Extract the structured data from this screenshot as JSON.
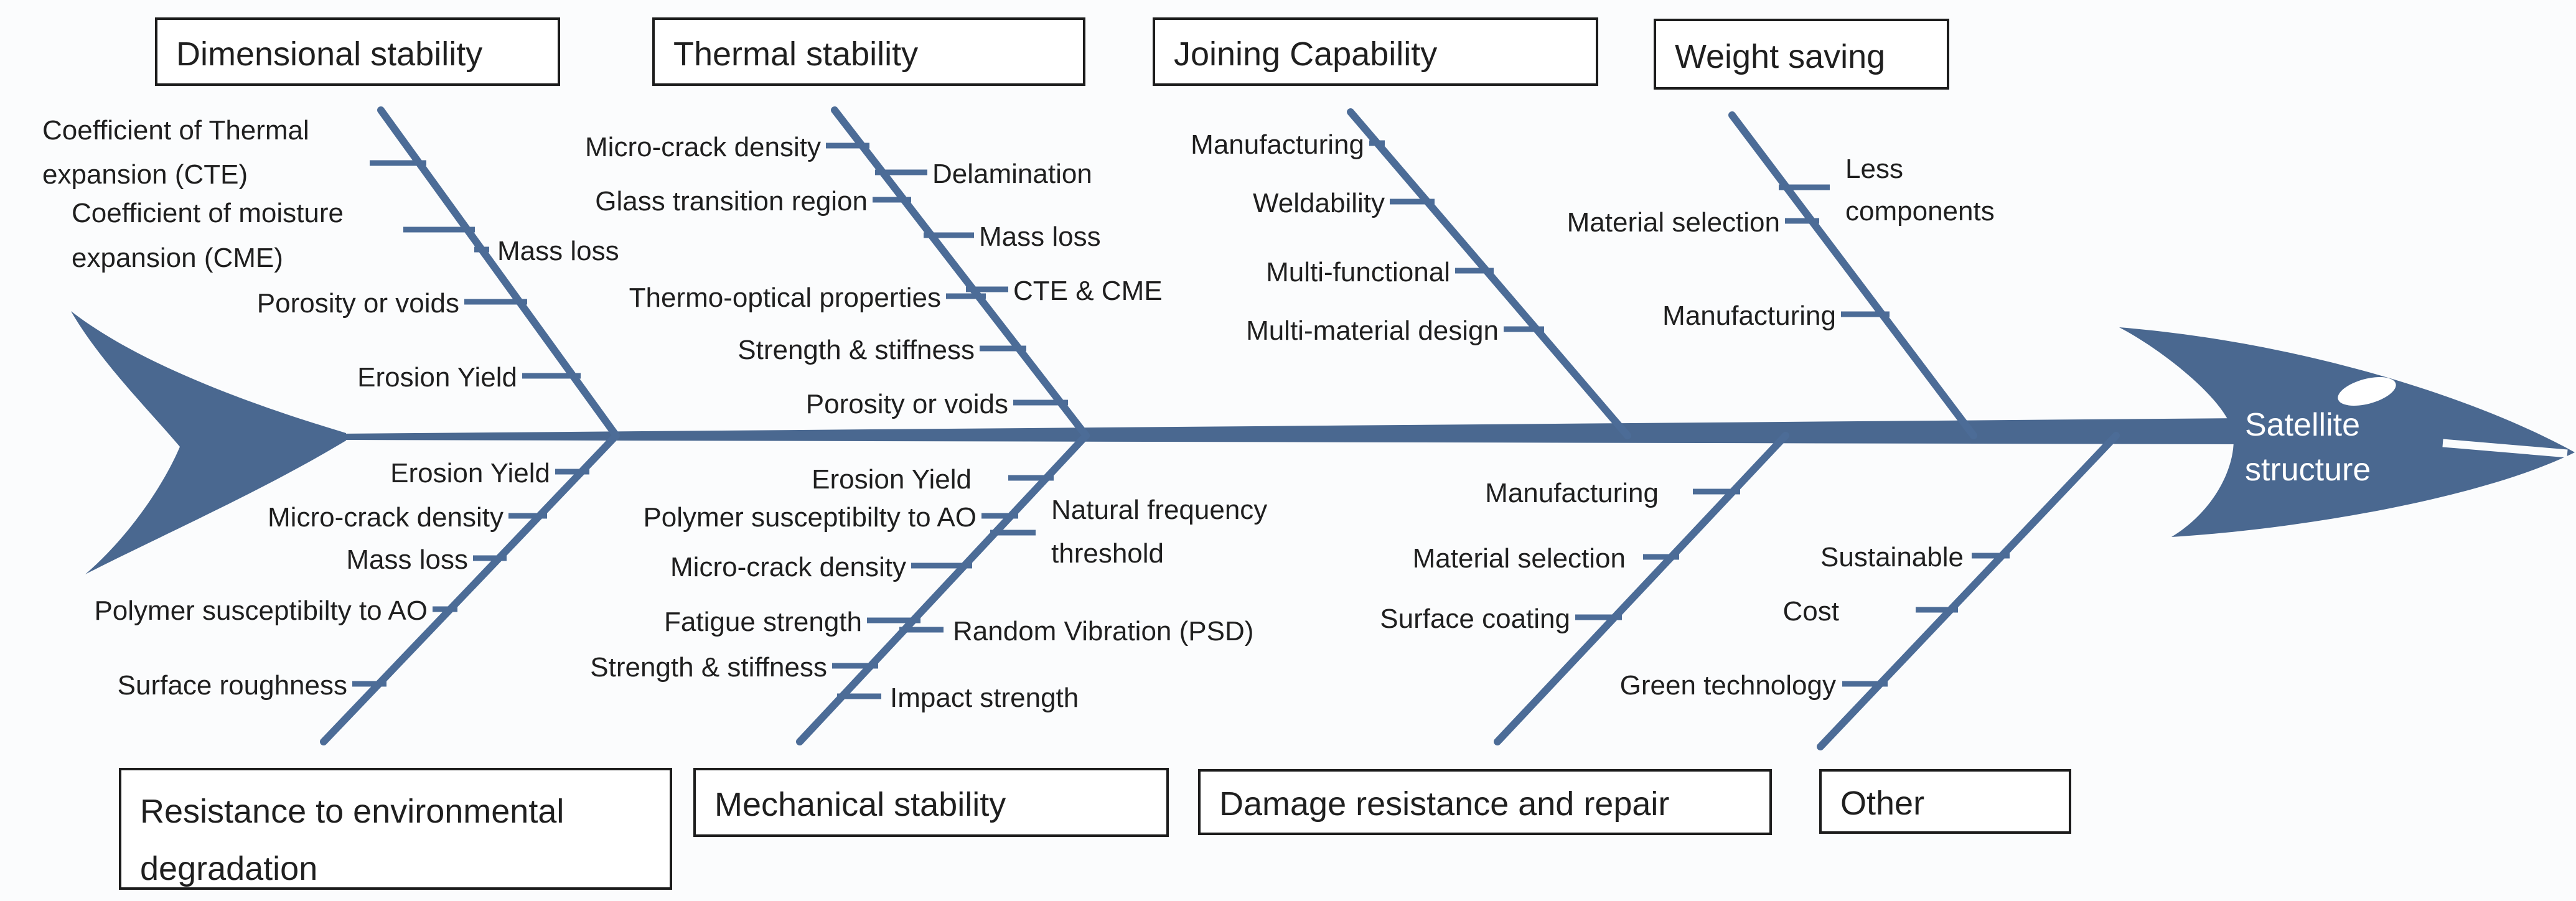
{
  "diagram_type": "fishbone",
  "effect": {
    "lines": [
      "Satellite",
      "structure"
    ]
  },
  "colors": {
    "bone": "#4c6c97",
    "fish_shape": "#4a6890",
    "box_border": "#1c1c1c",
    "text": "#1f1f1f",
    "effect_text": "#ffffff",
    "background": "#fbfcfd"
  },
  "branches": [
    {
      "id": "dimensional-stability",
      "title": "Dimensional stability",
      "side": "top",
      "causes": [
        {
          "lines": [
            "Coefficient of Thermal",
            "expansion (CTE)"
          ],
          "side": "left"
        },
        {
          "lines": [
            "Coefficient of moisture",
            "expansion (CME)"
          ],
          "side": "left"
        },
        {
          "lines": [
            "Porosity or voids"
          ],
          "side": "left"
        },
        {
          "lines": [
            "Erosion Yield"
          ],
          "side": "left"
        },
        {
          "lines": [
            "Mass loss"
          ],
          "side": "right"
        }
      ]
    },
    {
      "id": "thermal-stability",
      "title": "Thermal stability",
      "side": "top",
      "causes": [
        {
          "lines": [
            "Micro-crack density"
          ],
          "side": "left"
        },
        {
          "lines": [
            "Glass transition region"
          ],
          "side": "left"
        },
        {
          "lines": [
            "Thermo-optical properties"
          ],
          "side": "left"
        },
        {
          "lines": [
            "Strength & stiffness"
          ],
          "side": "left"
        },
        {
          "lines": [
            "Porosity or voids"
          ],
          "side": "left"
        },
        {
          "lines": [
            "Delamination"
          ],
          "side": "right"
        },
        {
          "lines": [
            "Mass loss"
          ],
          "side": "right"
        },
        {
          "lines": [
            "CTE & CME"
          ],
          "side": "right"
        }
      ]
    },
    {
      "id": "joining-capability",
      "title": "Joining Capability",
      "side": "top",
      "causes": [
        {
          "lines": [
            "Manufacturing"
          ],
          "side": "left"
        },
        {
          "lines": [
            "Weldability"
          ],
          "side": "left"
        },
        {
          "lines": [
            "Multi-functional"
          ],
          "side": "left"
        },
        {
          "lines": [
            "Multi-material design"
          ],
          "side": "left"
        }
      ]
    },
    {
      "id": "weight-saving",
      "title": "Weight saving",
      "side": "top",
      "causes": [
        {
          "lines": [
            "Less",
            "components"
          ],
          "side": "right"
        },
        {
          "lines": [
            "Material selection"
          ],
          "side": "left"
        },
        {
          "lines": [
            "Manufacturing"
          ],
          "side": "left"
        }
      ]
    },
    {
      "id": "resistance-environmental-degradation",
      "title": "Resistance to environmental degradation",
      "title_lines": [
        "Resistance to environmental",
        "degradation"
      ],
      "side": "bottom",
      "causes": [
        {
          "lines": [
            "Erosion Yield"
          ],
          "side": "left"
        },
        {
          "lines": [
            "Micro-crack density"
          ],
          "side": "left"
        },
        {
          "lines": [
            "Mass loss"
          ],
          "side": "left"
        },
        {
          "lines": [
            "Polymer susceptibilty to AO"
          ],
          "side": "left"
        },
        {
          "lines": [
            "Surface roughness"
          ],
          "side": "left"
        }
      ]
    },
    {
      "id": "mechanical-stability",
      "title": "Mechanical stability",
      "side": "bottom",
      "causes": [
        {
          "lines": [
            "Erosion Yield"
          ],
          "side": "left"
        },
        {
          "lines": [
            "Polymer susceptibilty to AO"
          ],
          "side": "left"
        },
        {
          "lines": [
            "Micro-crack density"
          ],
          "side": "left"
        },
        {
          "lines": [
            "Fatigue strength"
          ],
          "side": "left"
        },
        {
          "lines": [
            "Strength & stiffness"
          ],
          "side": "left"
        },
        {
          "lines": [
            "Natural frequency",
            "threshold"
          ],
          "side": "right"
        },
        {
          "lines": [
            "Random Vibration (PSD)"
          ],
          "side": "right"
        },
        {
          "lines": [
            "Impact strength"
          ],
          "side": "right"
        }
      ]
    },
    {
      "id": "damage-resistance-repair",
      "title": "Damage resistance and repair",
      "side": "bottom",
      "causes": [
        {
          "lines": [
            "Manufacturing"
          ],
          "side": "left"
        },
        {
          "lines": [
            "Material selection"
          ],
          "side": "left"
        },
        {
          "lines": [
            "Surface coating"
          ],
          "side": "left"
        }
      ]
    },
    {
      "id": "other",
      "title": "Other",
      "side": "bottom",
      "causes": [
        {
          "lines": [
            "Sustainable"
          ],
          "side": "left"
        },
        {
          "lines": [
            "Cost"
          ],
          "side": "left"
        },
        {
          "lines": [
            "Green technology"
          ],
          "side": "left"
        }
      ]
    }
  ]
}
